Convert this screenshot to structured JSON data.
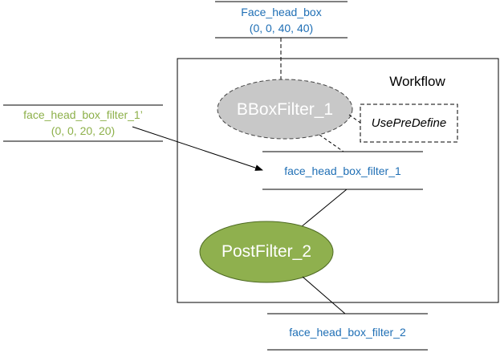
{
  "source_top": {
    "name": "Face_head_box",
    "value": "(0, 0, 40, 40)"
  },
  "workflow": {
    "title": "Workflow"
  },
  "bbox_filter": {
    "label": "BBoxFilter_1"
  },
  "use_predefine": {
    "label": "UsePreDefine"
  },
  "external_input": {
    "name": "face_head_box_filter_1’",
    "value": "(0, 0, 20, 20)"
  },
  "mid_output": {
    "name": "face_head_box_filter_1"
  },
  "post_filter": {
    "label": "PostFilter_2"
  },
  "final_output": {
    "name": "face_head_box_filter_2"
  },
  "colors": {
    "blue_text": "#1f6fb5",
    "green_text": "#8db04a",
    "bbox_fill": "#c8c8c8",
    "post_fill": "#8fb04e"
  }
}
